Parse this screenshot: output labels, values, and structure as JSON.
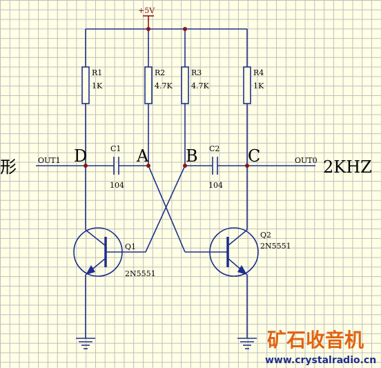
{
  "supply": "+5V",
  "resistors": [
    {
      "name": "R1",
      "value": "1K"
    },
    {
      "name": "R2",
      "value": "4.7K"
    },
    {
      "name": "R3",
      "value": "4.7K"
    },
    {
      "name": "R4",
      "value": "1K"
    }
  ],
  "capacitors": [
    {
      "name": "C1",
      "value": "104"
    },
    {
      "name": "C2",
      "value": "104"
    }
  ],
  "transistors": [
    {
      "name": "Q1",
      "part": "2N5551"
    },
    {
      "name": "Q2",
      "part": "2N5551"
    }
  ],
  "nodes": {
    "D": "D",
    "A": "A",
    "B": "B",
    "C": "C"
  },
  "outputs": {
    "out1": "OUT1",
    "out0": "OUT0"
  },
  "left_text": "形",
  "right_text": "2KHZ",
  "watermark": {
    "brand": "矿石收音机",
    "url": "www.crystalradio.cn"
  },
  "colors": {
    "wire": "#1f2f8c",
    "junction": "#8b1515",
    "background": "#ffffe6",
    "brand": "#e0640f"
  }
}
